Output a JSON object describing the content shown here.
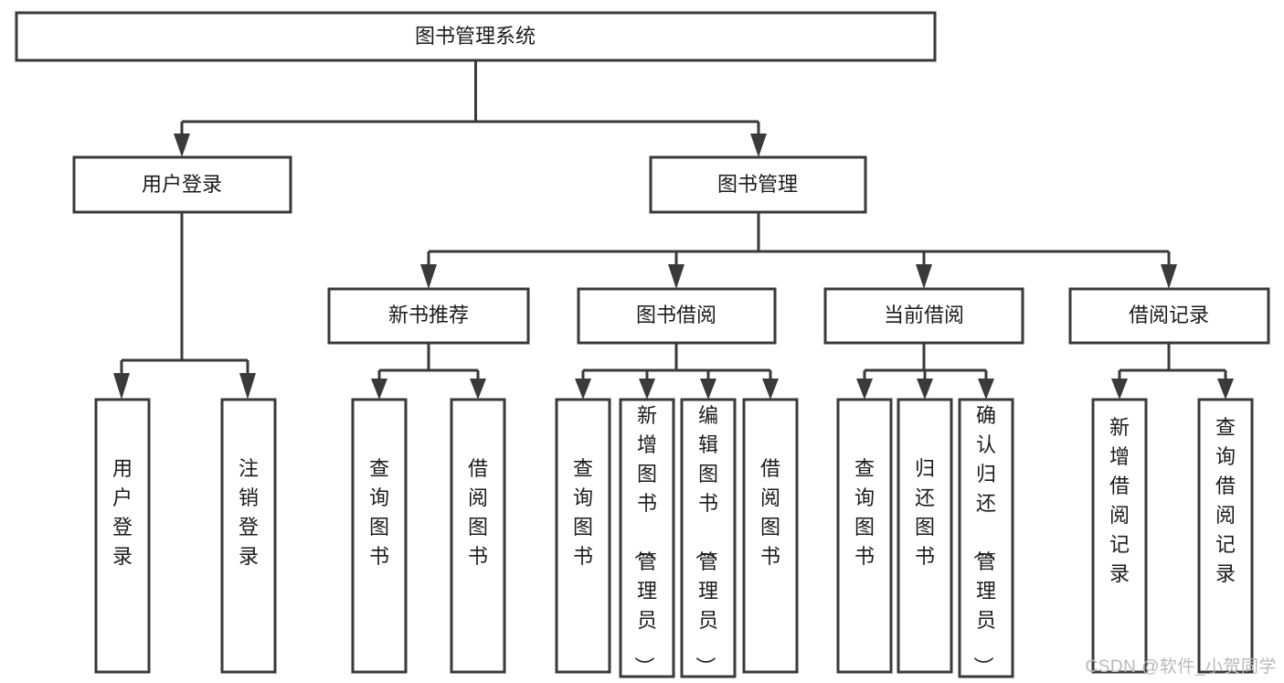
{
  "diagram": {
    "type": "tree-hierarchy",
    "title": "图书管理系统",
    "background_color": "#ffffff",
    "line_color": "#3a3a3a",
    "box_fill": "#ffffff",
    "text_color": "#1b1b1b",
    "watermark": "CSDN @软件_小贺同学",
    "watermark_color": "#b9b9b9"
  },
  "nodes": {
    "root": {
      "label": "图书管理系统",
      "level": 1,
      "orientation": "horizontal"
    },
    "l2": [
      {
        "id": "user-login",
        "label": "用户登录",
        "level": 2,
        "orientation": "horizontal"
      },
      {
        "id": "book-manage",
        "label": "图书管理",
        "level": 2,
        "orientation": "horizontal"
      }
    ],
    "l3": [
      {
        "id": "new-book-recommend",
        "label": "新书推荐",
        "level": 3,
        "orientation": "horizontal",
        "parent": "book-manage"
      },
      {
        "id": "book-borrow",
        "label": "图书借阅",
        "level": 3,
        "orientation": "horizontal",
        "parent": "book-manage"
      },
      {
        "id": "current-borrow",
        "label": "当前借阅",
        "level": 3,
        "orientation": "horizontal",
        "parent": "book-manage"
      },
      {
        "id": "borrow-record",
        "label": "借阅记录",
        "level": 3,
        "orientation": "horizontal",
        "parent": "book-manage"
      }
    ],
    "leaves": [
      {
        "id": "leaf-user-login",
        "label": "用户登录",
        "parent": "user-login",
        "orientation": "vertical"
      },
      {
        "id": "leaf-user-logout",
        "label": "注销登录",
        "parent": "user-login",
        "orientation": "vertical"
      },
      {
        "id": "leaf-query-book-1",
        "label": "查询图书",
        "parent": "new-book-recommend",
        "orientation": "vertical"
      },
      {
        "id": "leaf-borrow-book-1",
        "label": "借阅图书",
        "parent": "new-book-recommend",
        "orientation": "vertical"
      },
      {
        "id": "leaf-query-book-2",
        "label": "查询图书",
        "parent": "book-borrow",
        "orientation": "vertical"
      },
      {
        "id": "leaf-add-book",
        "label": "新增图书（管理员）",
        "parent": "book-borrow",
        "orientation": "vertical"
      },
      {
        "id": "leaf-edit-book",
        "label": "编辑图书（管理员）",
        "parent": "book-borrow",
        "orientation": "vertical"
      },
      {
        "id": "leaf-borrow-book-2",
        "label": "借阅图书",
        "parent": "book-borrow",
        "orientation": "vertical"
      },
      {
        "id": "leaf-query-book-3",
        "label": "查询图书",
        "parent": "current-borrow",
        "orientation": "vertical"
      },
      {
        "id": "leaf-return-book",
        "label": "归还图书",
        "parent": "current-borrow",
        "orientation": "vertical"
      },
      {
        "id": "leaf-confirm-return",
        "label": "确认归还（管理员）",
        "parent": "current-borrow",
        "orientation": "vertical"
      },
      {
        "id": "leaf-add-record",
        "label": "新增借阅记录",
        "parent": "borrow-record",
        "orientation": "vertical"
      },
      {
        "id": "leaf-query-record",
        "label": "查询借阅记录",
        "parent": "borrow-record",
        "orientation": "vertical"
      }
    ]
  }
}
